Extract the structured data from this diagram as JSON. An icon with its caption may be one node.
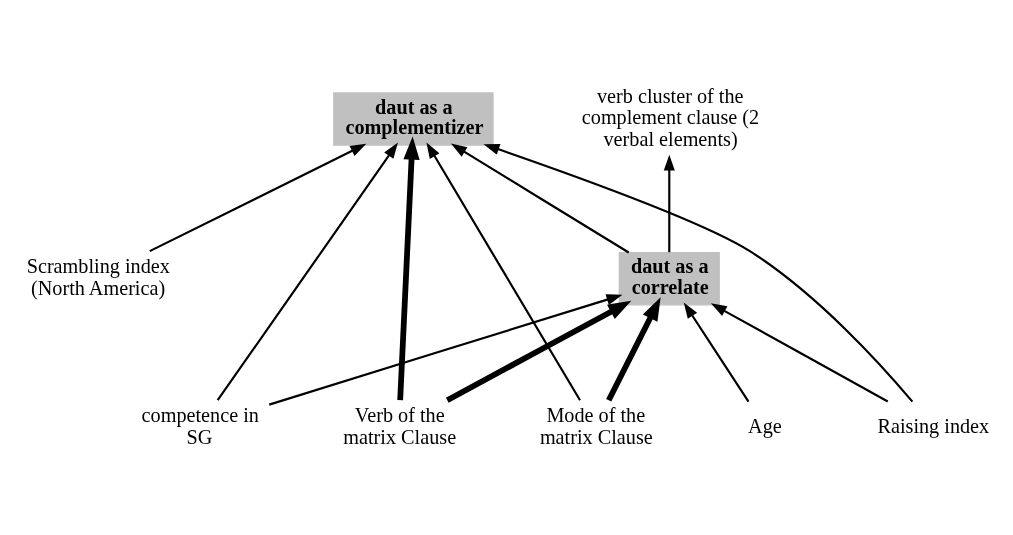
{
  "diagram": {
    "nodes": [
      {
        "text": [
          "Scrambling index (North America)"
        ]
      },
      {
        "text": [
          "daut as a complementizer"
        ]
      },
      {
        "text": [
          "Verb of the matrix Clause"
        ]
      },
      {
        "text": [
          "Mode of the matrix Clause"
        ]
      },
      {
        "text": [
          "daut as a correlate"
        ]
      },
      {
        "text": [
          "verb cluster of the complement clause (2 verbal elements)"
        ]
      },
      {
        "text": [
          "Age"
        ]
      },
      {
        "text": [
          "competence in SG"
        ]
      },
      {
        "text": [
          "Raising index"
        ]
      }
    ],
    "edges": [
      {
        "from": 0,
        "to": 1,
        "arrow": "to"
      },
      {
        "from": 2,
        "to": 1,
        "arrow": "to",
        "style": "thick"
      },
      {
        "from": 2,
        "to": 4,
        "arrow": "to",
        "style": "thick"
      },
      {
        "from": 3,
        "to": 1,
        "arrow": "to"
      },
      {
        "from": 3,
        "to": 4,
        "arrow": "to",
        "style": "thick"
      },
      {
        "from": 4,
        "to": 1,
        "arrow": "to"
      },
      {
        "from": 4,
        "to": 5,
        "arrow": "to"
      },
      {
        "from": 6,
        "to": 4,
        "arrow": "to"
      },
      {
        "from": 7,
        "to": 1,
        "arrow": "to"
      },
      {
        "from": 7,
        "to": 4,
        "arrow": "to"
      },
      {
        "from": 8,
        "to": 1,
        "arrow": "to"
      },
      {
        "from": 8,
        "to": 4,
        "arrow": "to"
      }
    ]
  }
}
